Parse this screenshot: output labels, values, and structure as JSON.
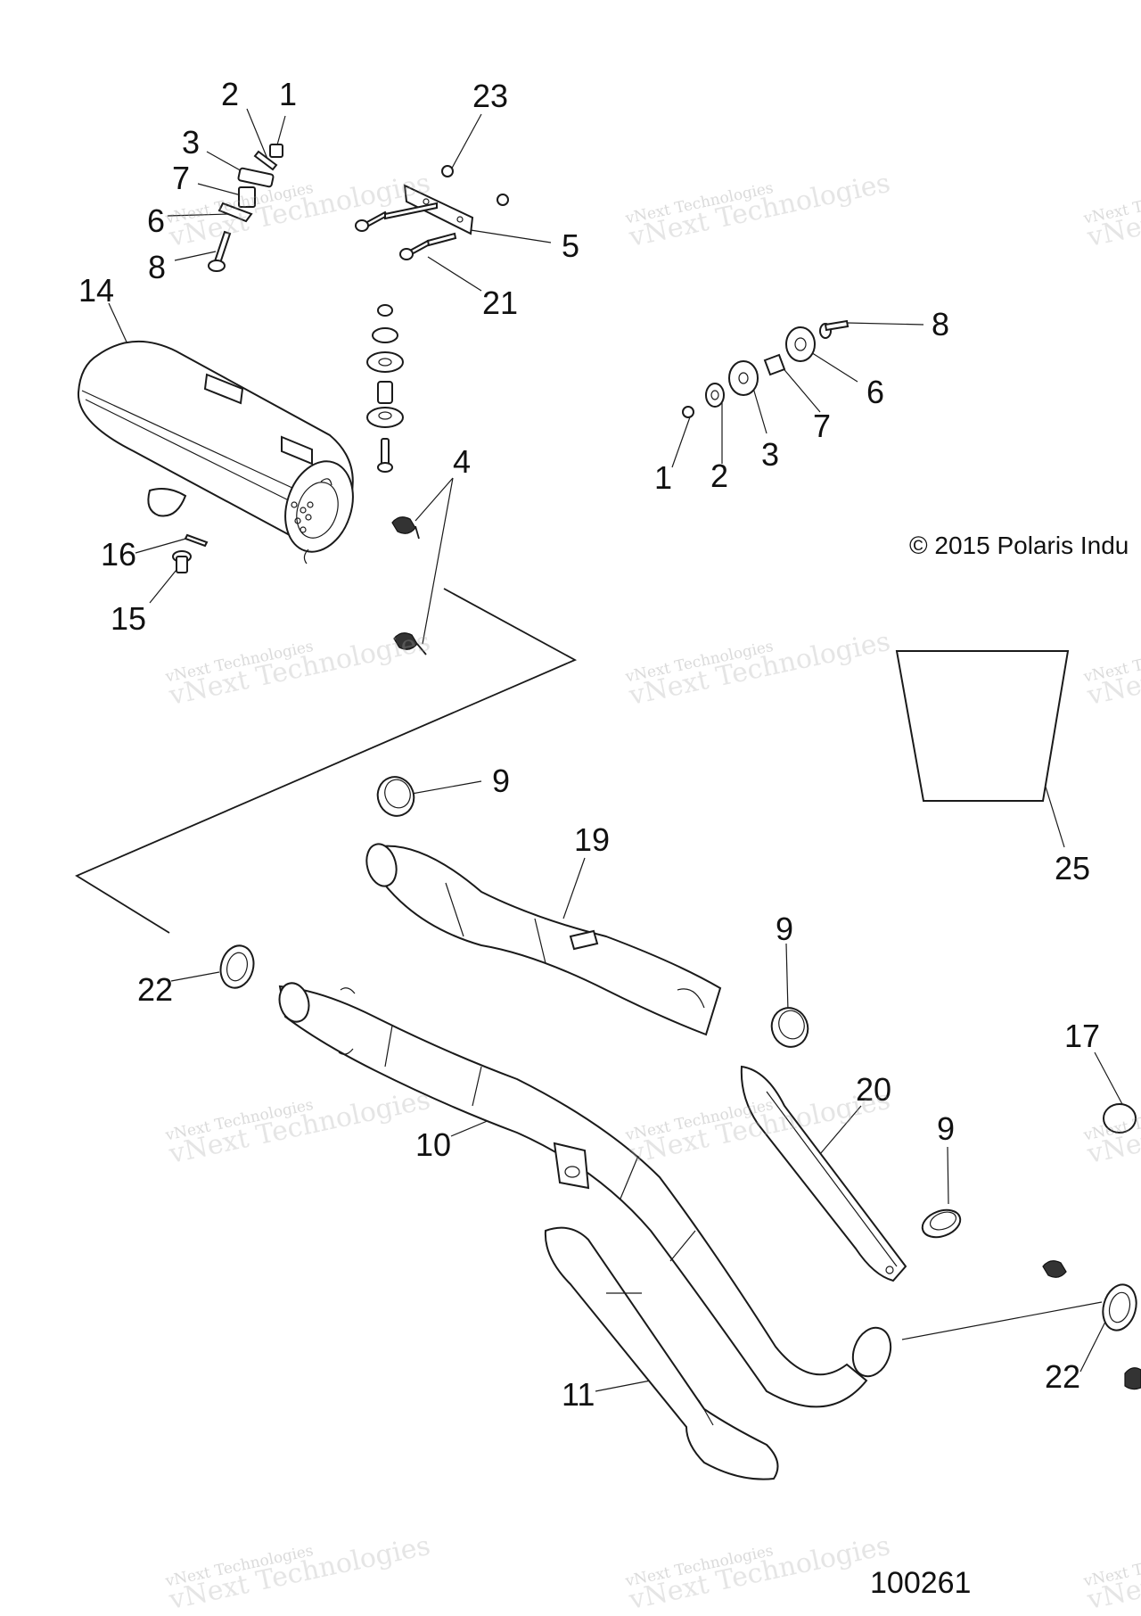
{
  "callouts": [
    "1",
    "2",
    "3",
    "7",
    "6",
    "8",
    "23",
    "5",
    "21",
    "14",
    "4",
    "16",
    "15",
    "8",
    "6",
    "7",
    "3",
    "2",
    "1",
    "9",
    "19",
    "22",
    "9",
    "10",
    "20",
    "9",
    "17",
    "11",
    "22",
    "25"
  ],
  "copyright": "© 2015 Polaris Indu",
  "figure_number": "100261",
  "watermark": {
    "line1": "vNext Technologies",
    "line2": "vNext Technologies"
  }
}
